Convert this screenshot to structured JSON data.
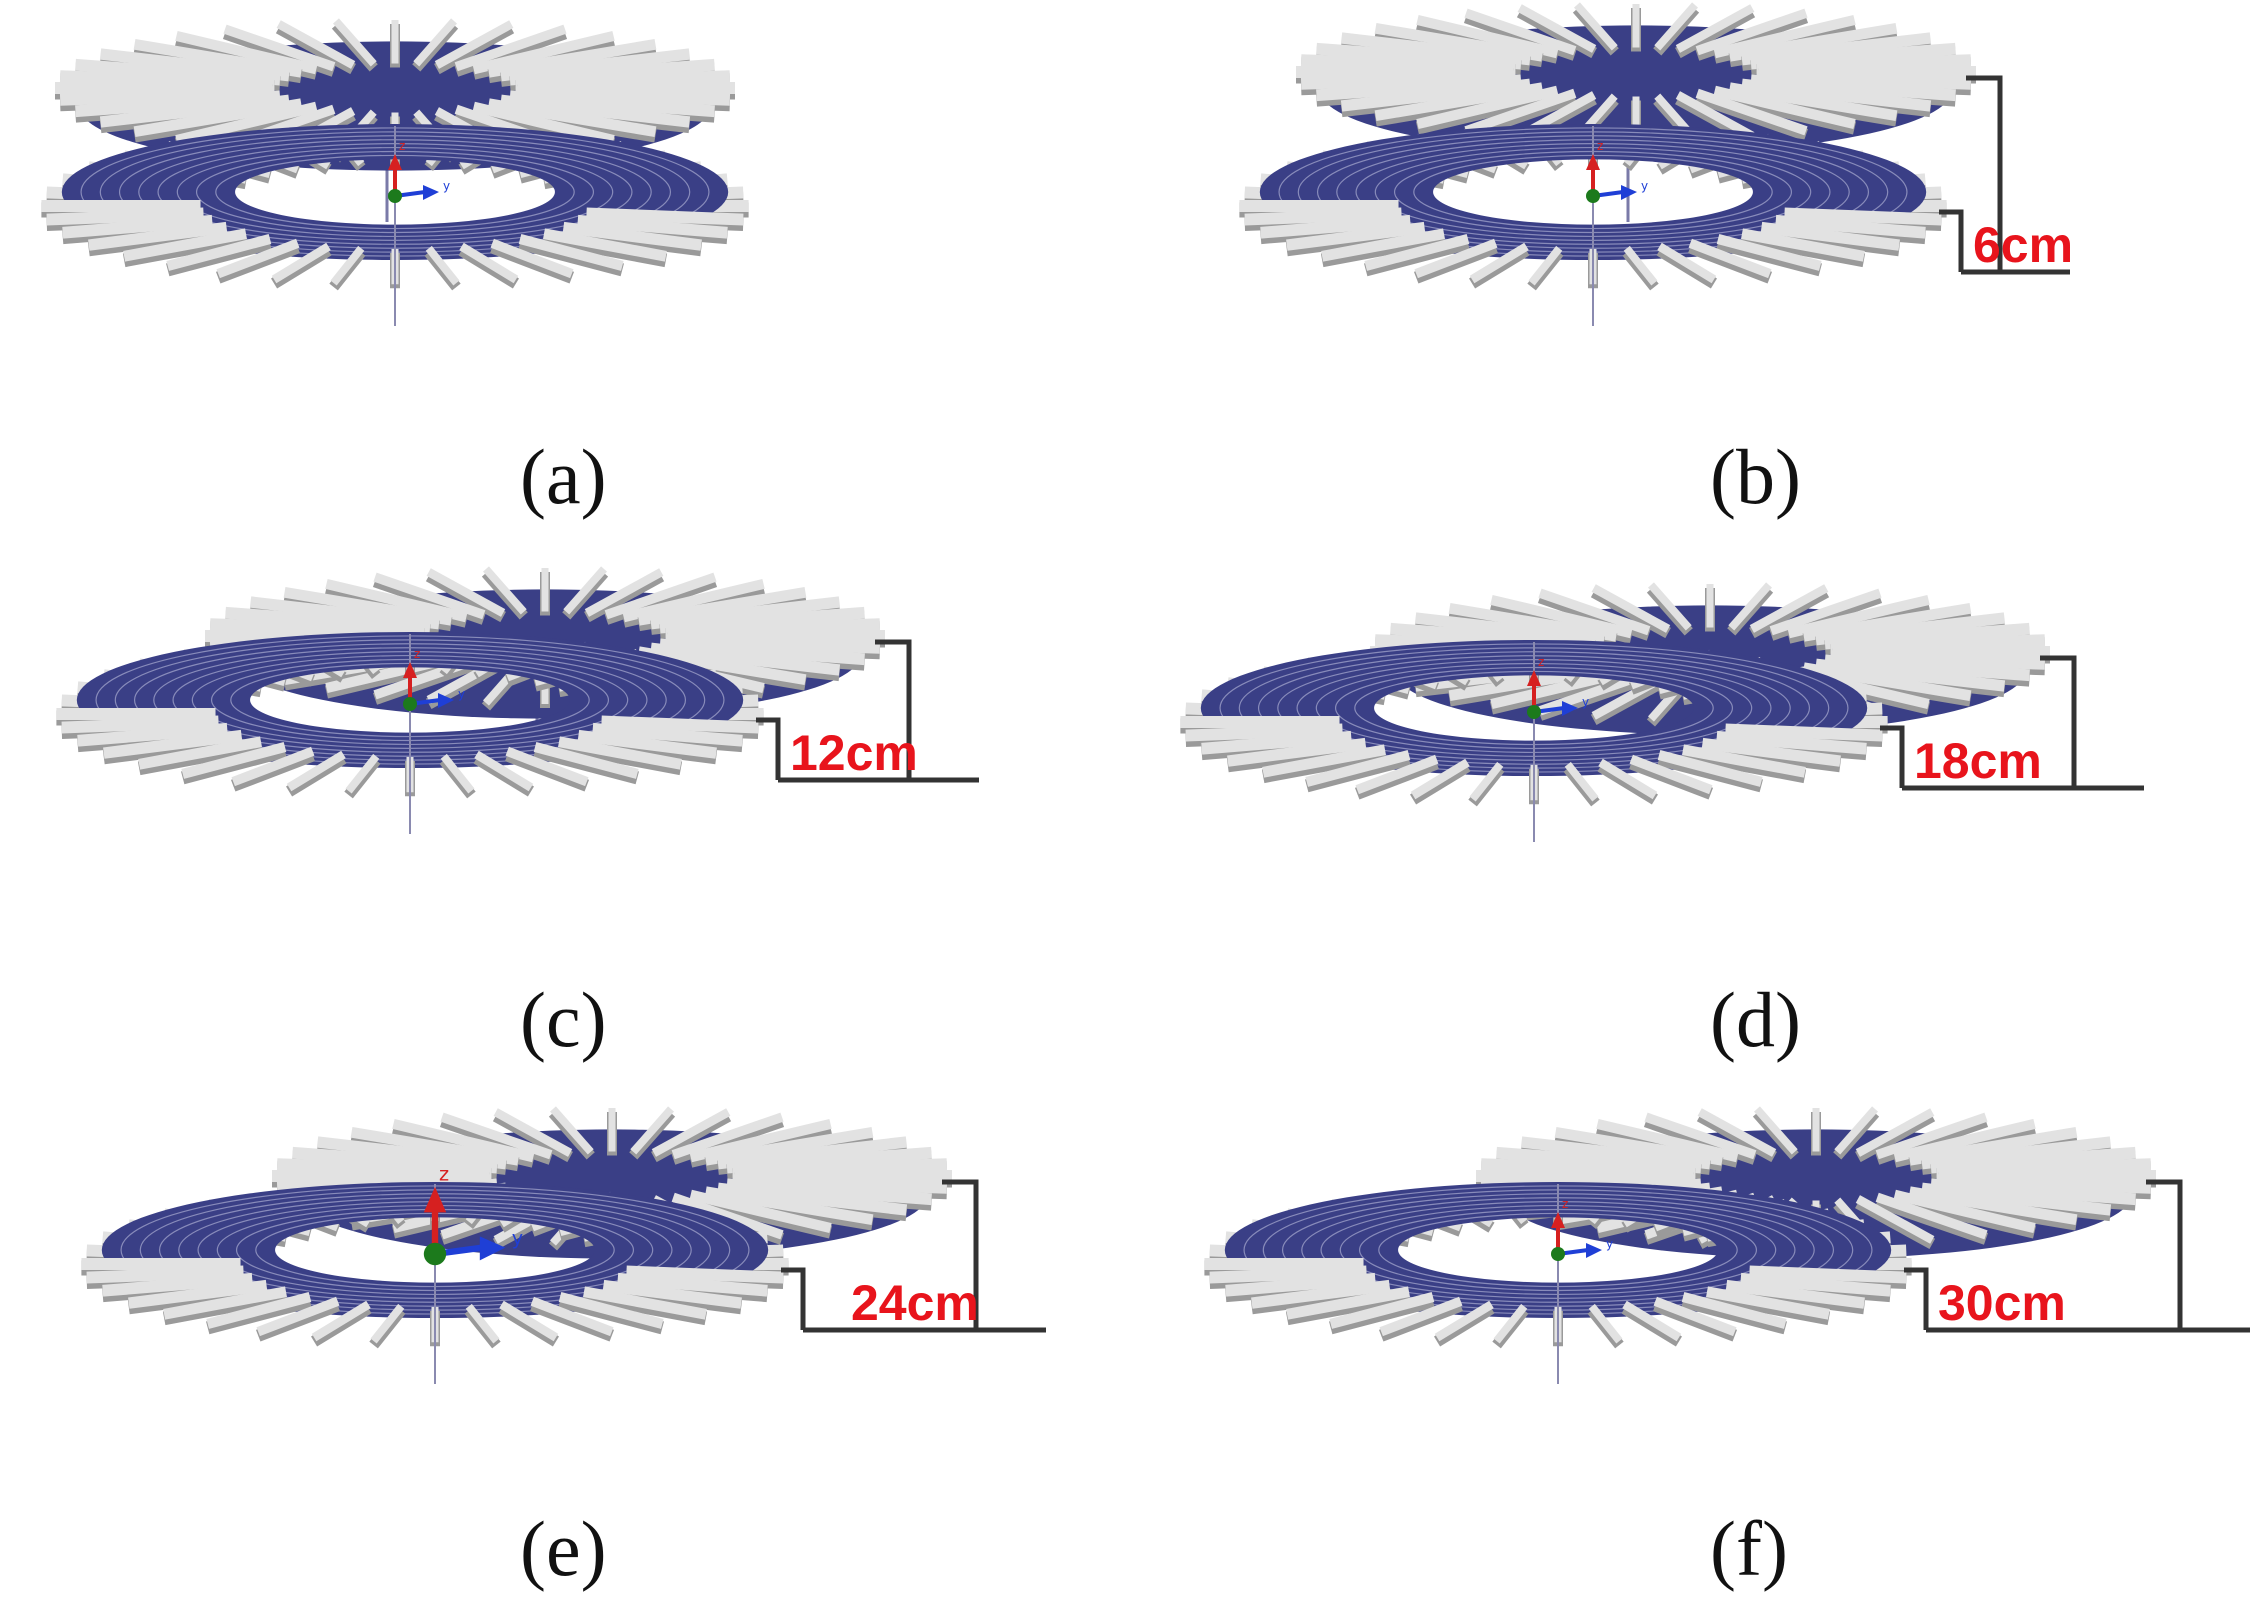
{
  "figure": {
    "panels": [
      {
        "caption": "(a)",
        "offset_label": ""
      },
      {
        "caption": "(b)",
        "offset_label": "6cm"
      },
      {
        "caption": "(c)",
        "offset_label": "12cm"
      },
      {
        "caption": "(d)",
        "offset_label": "18cm"
      },
      {
        "caption": "(e)",
        "offset_label": "24cm"
      },
      {
        "caption": "(f)",
        "offset_label": "30cm"
      }
    ],
    "axis_labels": {
      "y": "y",
      "z": "z"
    },
    "colors": {
      "coil": "#3a3f86",
      "coil_line": "#c9cbe6",
      "ferrite": "#e2e2e2",
      "ferrite_edge": "#9a9a9a",
      "dimension_line": "#333333",
      "offset_text": "#e8141c",
      "axis_z": "#d62020",
      "axis_y": "#1f3fd6",
      "origin": "#1c7a1c"
    }
  }
}
